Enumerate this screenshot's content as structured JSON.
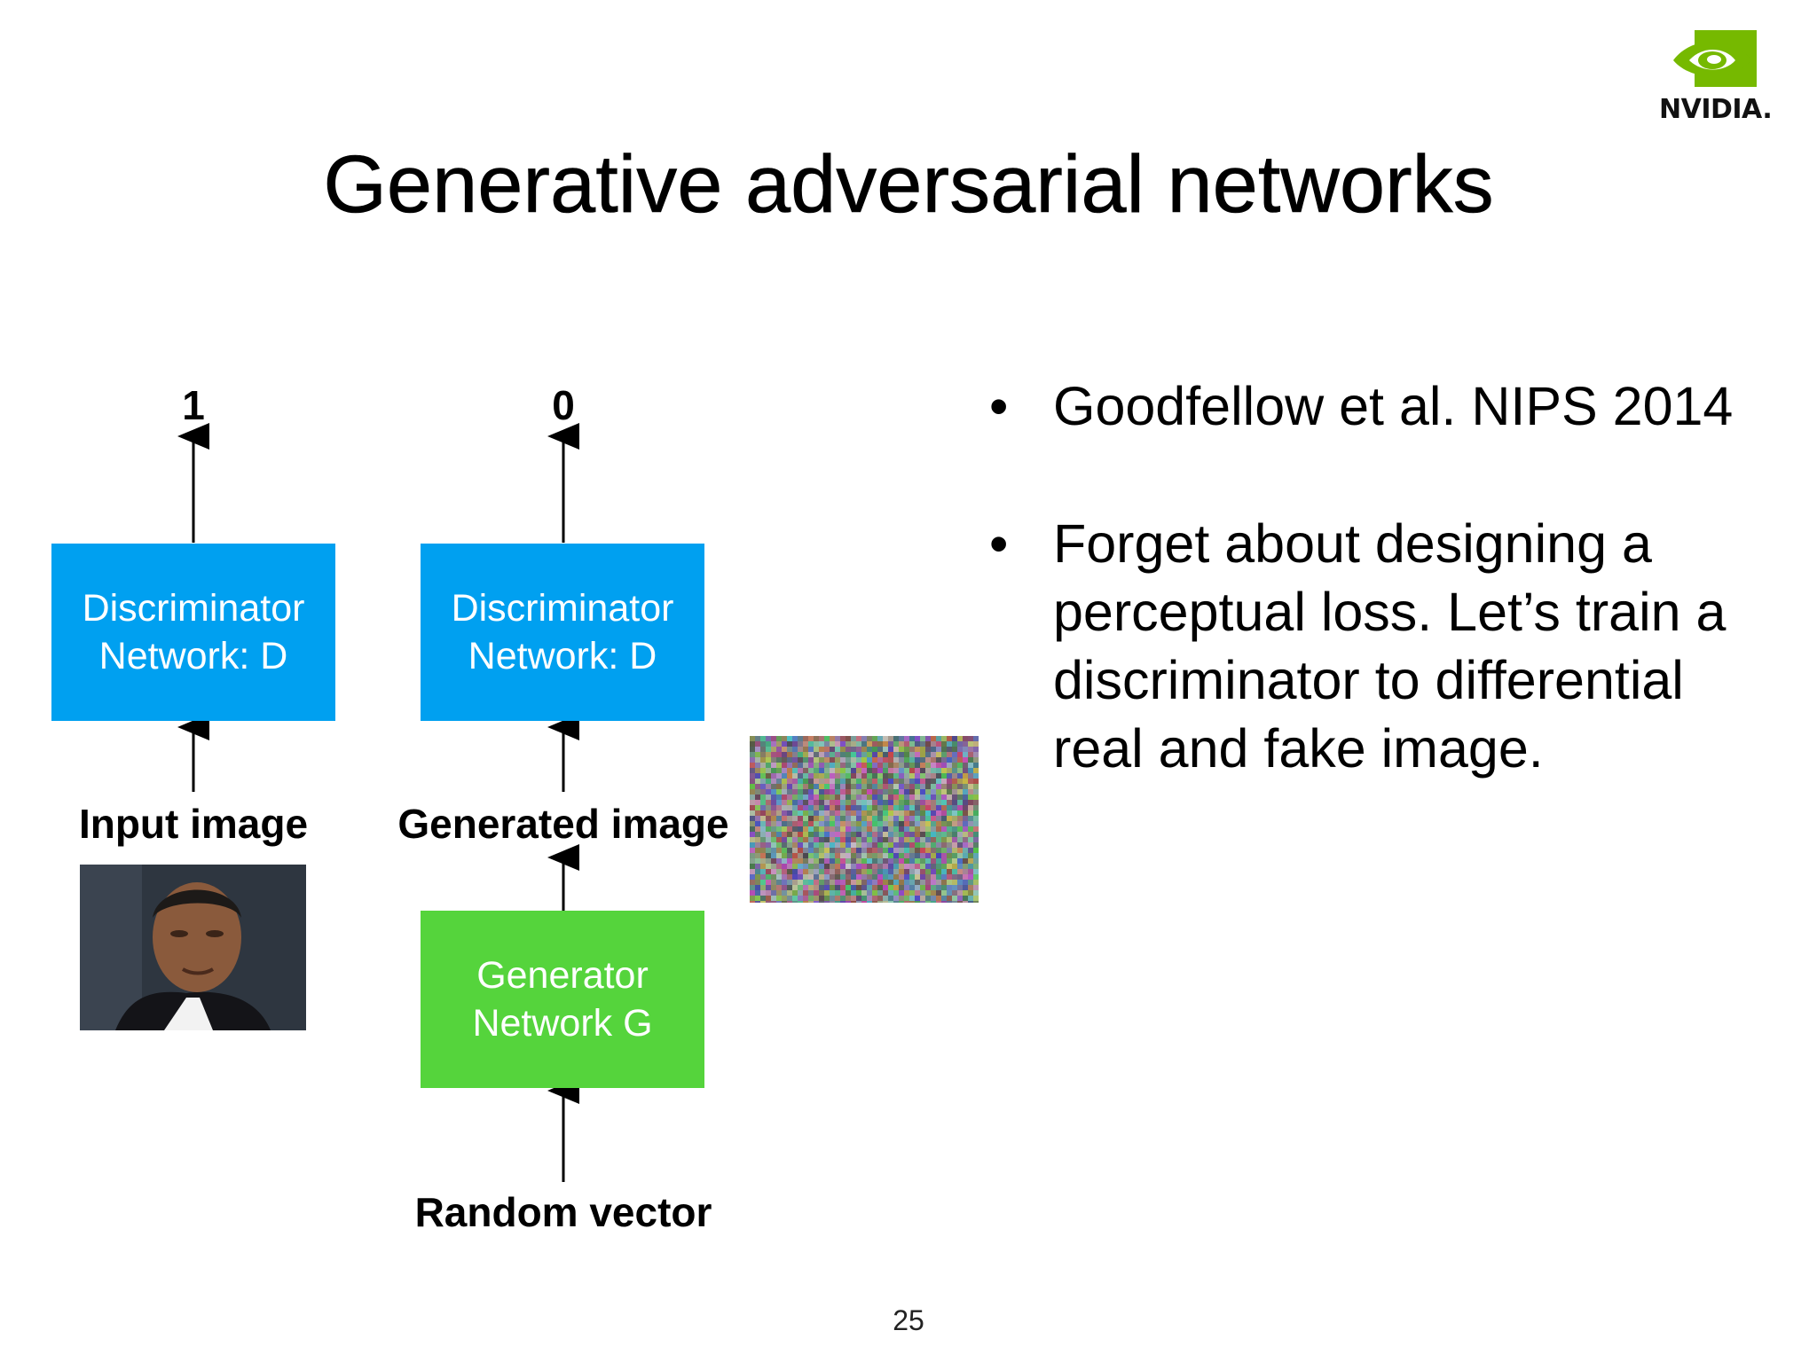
{
  "logo": {
    "icon": "nvidia-eye-icon",
    "text": "NVIDIA."
  },
  "title": "Generative adversarial networks",
  "diagram": {
    "left": {
      "output": "1",
      "discriminator": {
        "line1": "Discriminator",
        "line2": "Network: D"
      },
      "input_label": "Input image",
      "photo_icon": "face-photo"
    },
    "right": {
      "output": "0",
      "discriminator": {
        "line1": "Discriminator",
        "line2": "Network: D"
      },
      "generated_label": "Generated image",
      "generator": {
        "line1": "Generator",
        "line2": "Network G"
      },
      "input_label": "Random vector",
      "noise_icon": "noise-image"
    },
    "colors": {
      "discriminator": "#00a0f0",
      "generator": "#55d43c"
    }
  },
  "bullets": [
    {
      "dot": "•",
      "text": "Goodfellow et al. NIPS 2014"
    },
    {
      "dot": "•",
      "text": "Forget about designing a perceptual loss. Let’s train a discriminator to differential real and fake image."
    }
  ],
  "page_number": "25"
}
